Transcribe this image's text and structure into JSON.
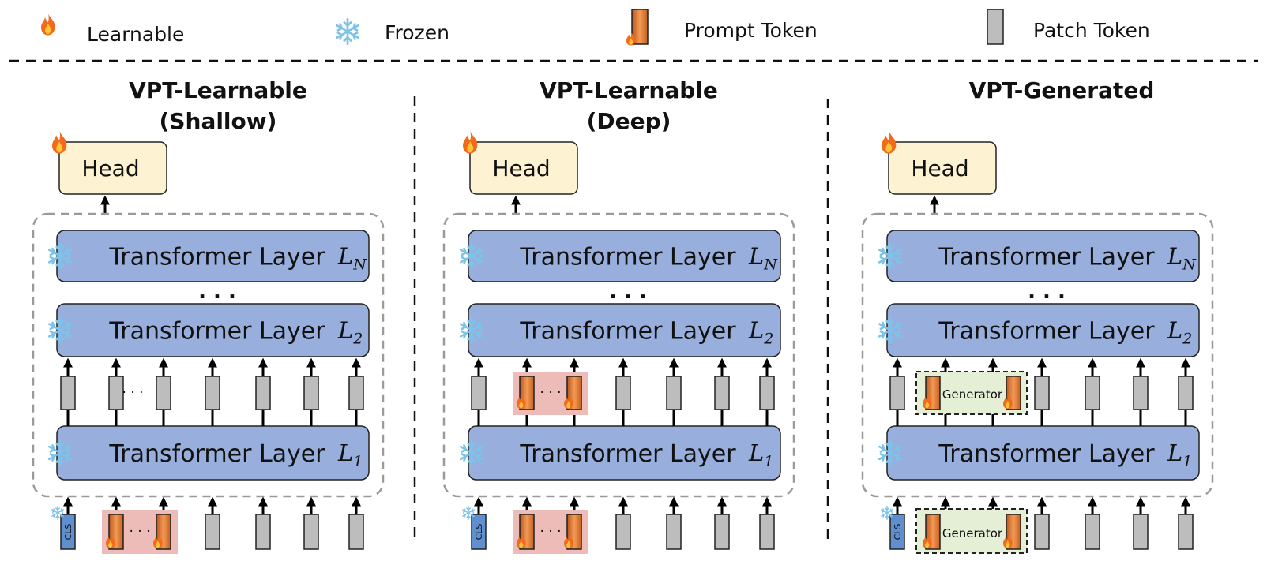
{
  "legend": {
    "learnable": "Learnable",
    "frozen": "Frozen",
    "prompt_token": "Prompt Token",
    "patch_token": "Patch Token"
  },
  "panels": [
    {
      "title_line1": "VPT-Learnable",
      "title_line2": "(Shallow)",
      "variant": "shallow"
    },
    {
      "title_line1": "VPT-Learnable",
      "title_line2": "(Deep)",
      "variant": "deep"
    },
    {
      "title_line1": "VPT-Generated",
      "title_line2": "",
      "variant": "generated"
    }
  ],
  "head_label": "Head",
  "layer_label": "Transformer Layer",
  "layer_symbols": {
    "top": "N",
    "mid": "2",
    "bottom": "1"
  },
  "layer_symbol_letter": "L",
  "ellipsis": ". . .",
  "dots_small": "· · ·",
  "cls_label": "CLS",
  "generator_label": "Generator",
  "colors": {
    "layer_fill": "#98aedc",
    "head_fill": "#fdf2d2",
    "prompt_tint": "#eebcb8",
    "generator_fill": "#e4efd6",
    "patch_fill": "#bdbdbd",
    "prompt_fill": "#e07a30",
    "cls_fill": "#5f8fcf",
    "frozen_icon": "#7cc3ea",
    "fire_icon": "#f26a1b"
  },
  "icons": [
    "fire-icon",
    "snowflake-icon",
    "prompt-token-icon",
    "patch-token-icon"
  ]
}
